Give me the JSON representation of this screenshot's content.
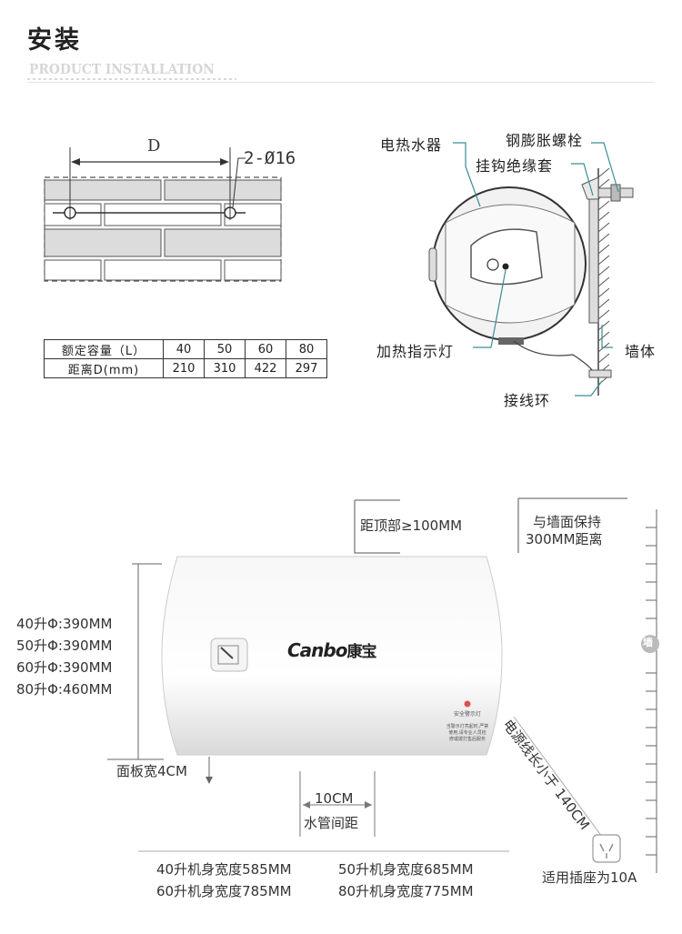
{
  "header": {
    "title": "安装",
    "subtitle": "PRODUCT INSTALLATION"
  },
  "mounting": {
    "dim_label": "D",
    "bolt_label": "2-Ø16"
  },
  "spec_table": {
    "rows": [
      {
        "label": "额定容量（L）",
        "values": [
          "40",
          "50",
          "60",
          "80"
        ]
      },
      {
        "label": "距离D(mm)",
        "values": [
          "210",
          "310",
          "422",
          "297"
        ]
      }
    ]
  },
  "side_labels": {
    "heater": "电热水器",
    "bolt": "钢膨胀螺栓",
    "hook": "挂钩绝缘套",
    "indicator": "加热指示灯",
    "wall": "墙体",
    "ring": "接线环"
  },
  "front": {
    "top_clearance": "距顶部≥100MM",
    "wall_gap_1": "与墙面保持",
    "wall_gap_2": "300MM距离",
    "diameters": [
      "40升Φ:390MM",
      "50升Φ:390MM",
      "60升Φ:390MM",
      "80升Φ:460MM"
    ],
    "panel_width": "面板宽4CM",
    "pipe_value": "10CM",
    "pipe_label": "水管间距",
    "cord": "电源线长小于 140CM",
    "socket": "适用插座为10A",
    "wall_badge": "墙",
    "widths": [
      "40升机身宽度585MM",
      "50升机身宽度685MM",
      "60升机身宽度785MM",
      "80升机身宽度775MM"
    ],
    "brand": "Canbo",
    "brand_cn": "康宝",
    "warning_title": "安全警示灯",
    "warning_lines": [
      "当警示灯亮起时,严禁",
      "使用,请专业人员检",
      "修或拨打售后服务"
    ]
  }
}
